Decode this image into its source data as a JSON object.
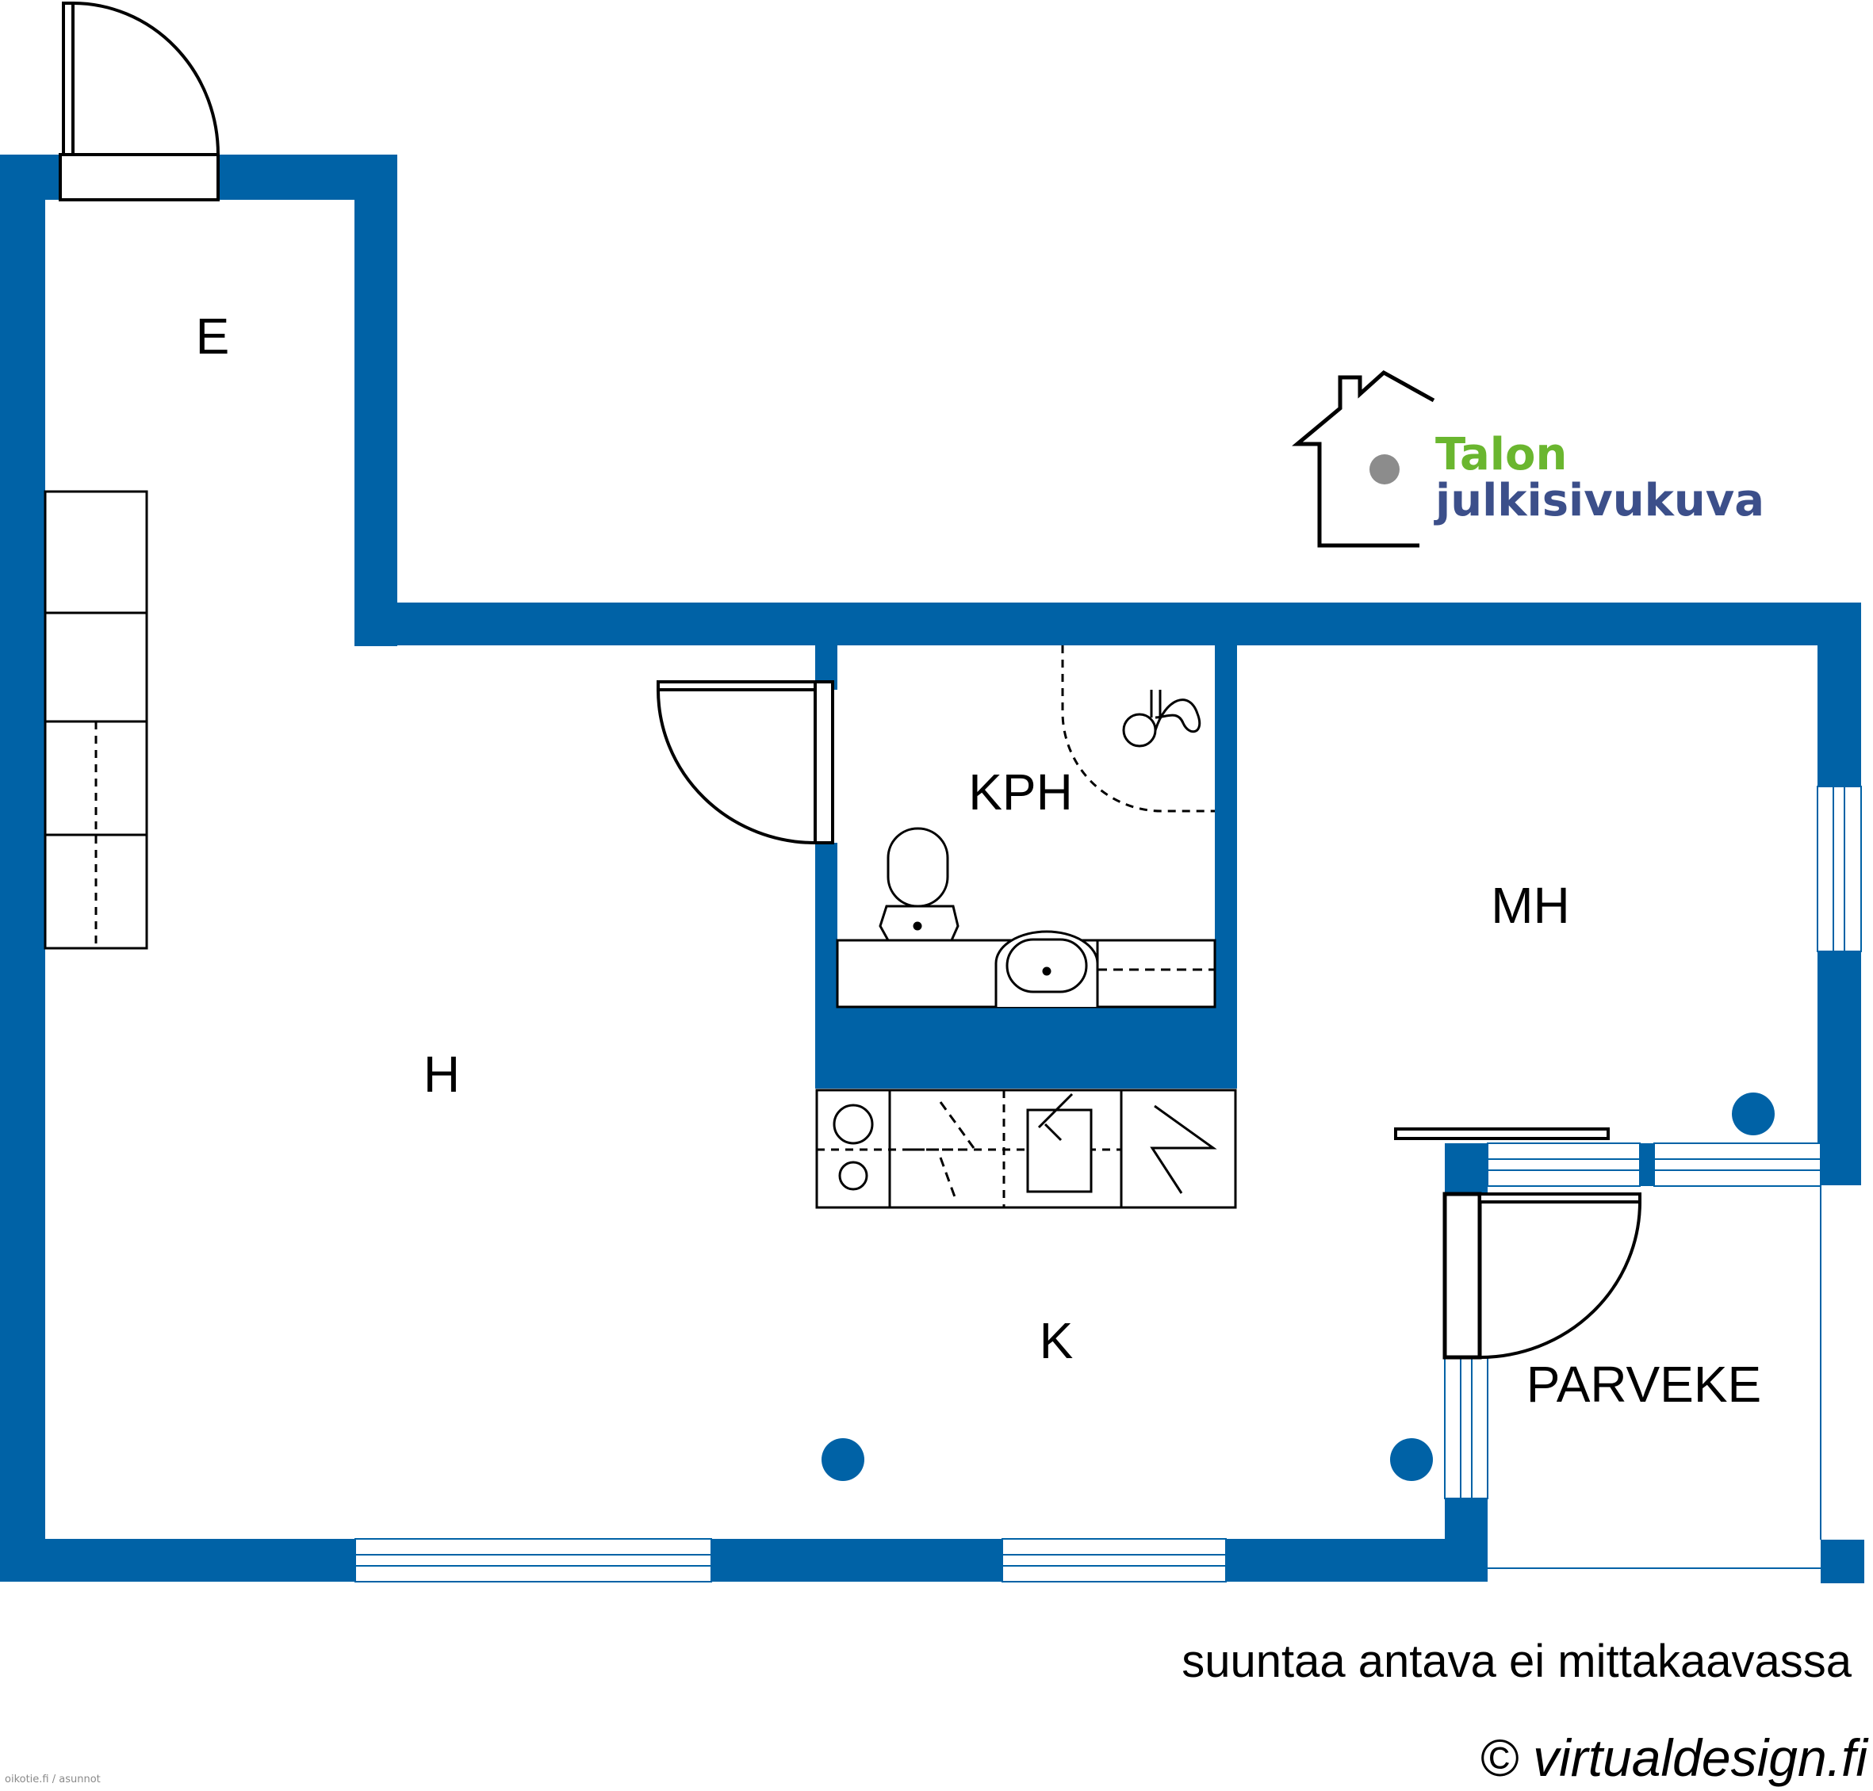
{
  "rooms": {
    "entrance": "E",
    "living_room": "H",
    "bathroom": "KPH",
    "bedroom": "MH",
    "kitchen": "K",
    "balcony": "PARVEKE"
  },
  "logo": {
    "line1": "Talon",
    "line2": "julkisivukuva",
    "icon": "house-outline-icon",
    "line1_color": "#6ab62f",
    "line2_color": "#3c4f8a"
  },
  "footer": {
    "disclaimer": "suuntaa antava ei mittakaavassa",
    "copyright": "© virtualdesign.fi",
    "source": "oikotie.fi / asunnot"
  },
  "colors": {
    "wall": "#0062a6",
    "line": "#000000",
    "background": "#ffffff"
  }
}
